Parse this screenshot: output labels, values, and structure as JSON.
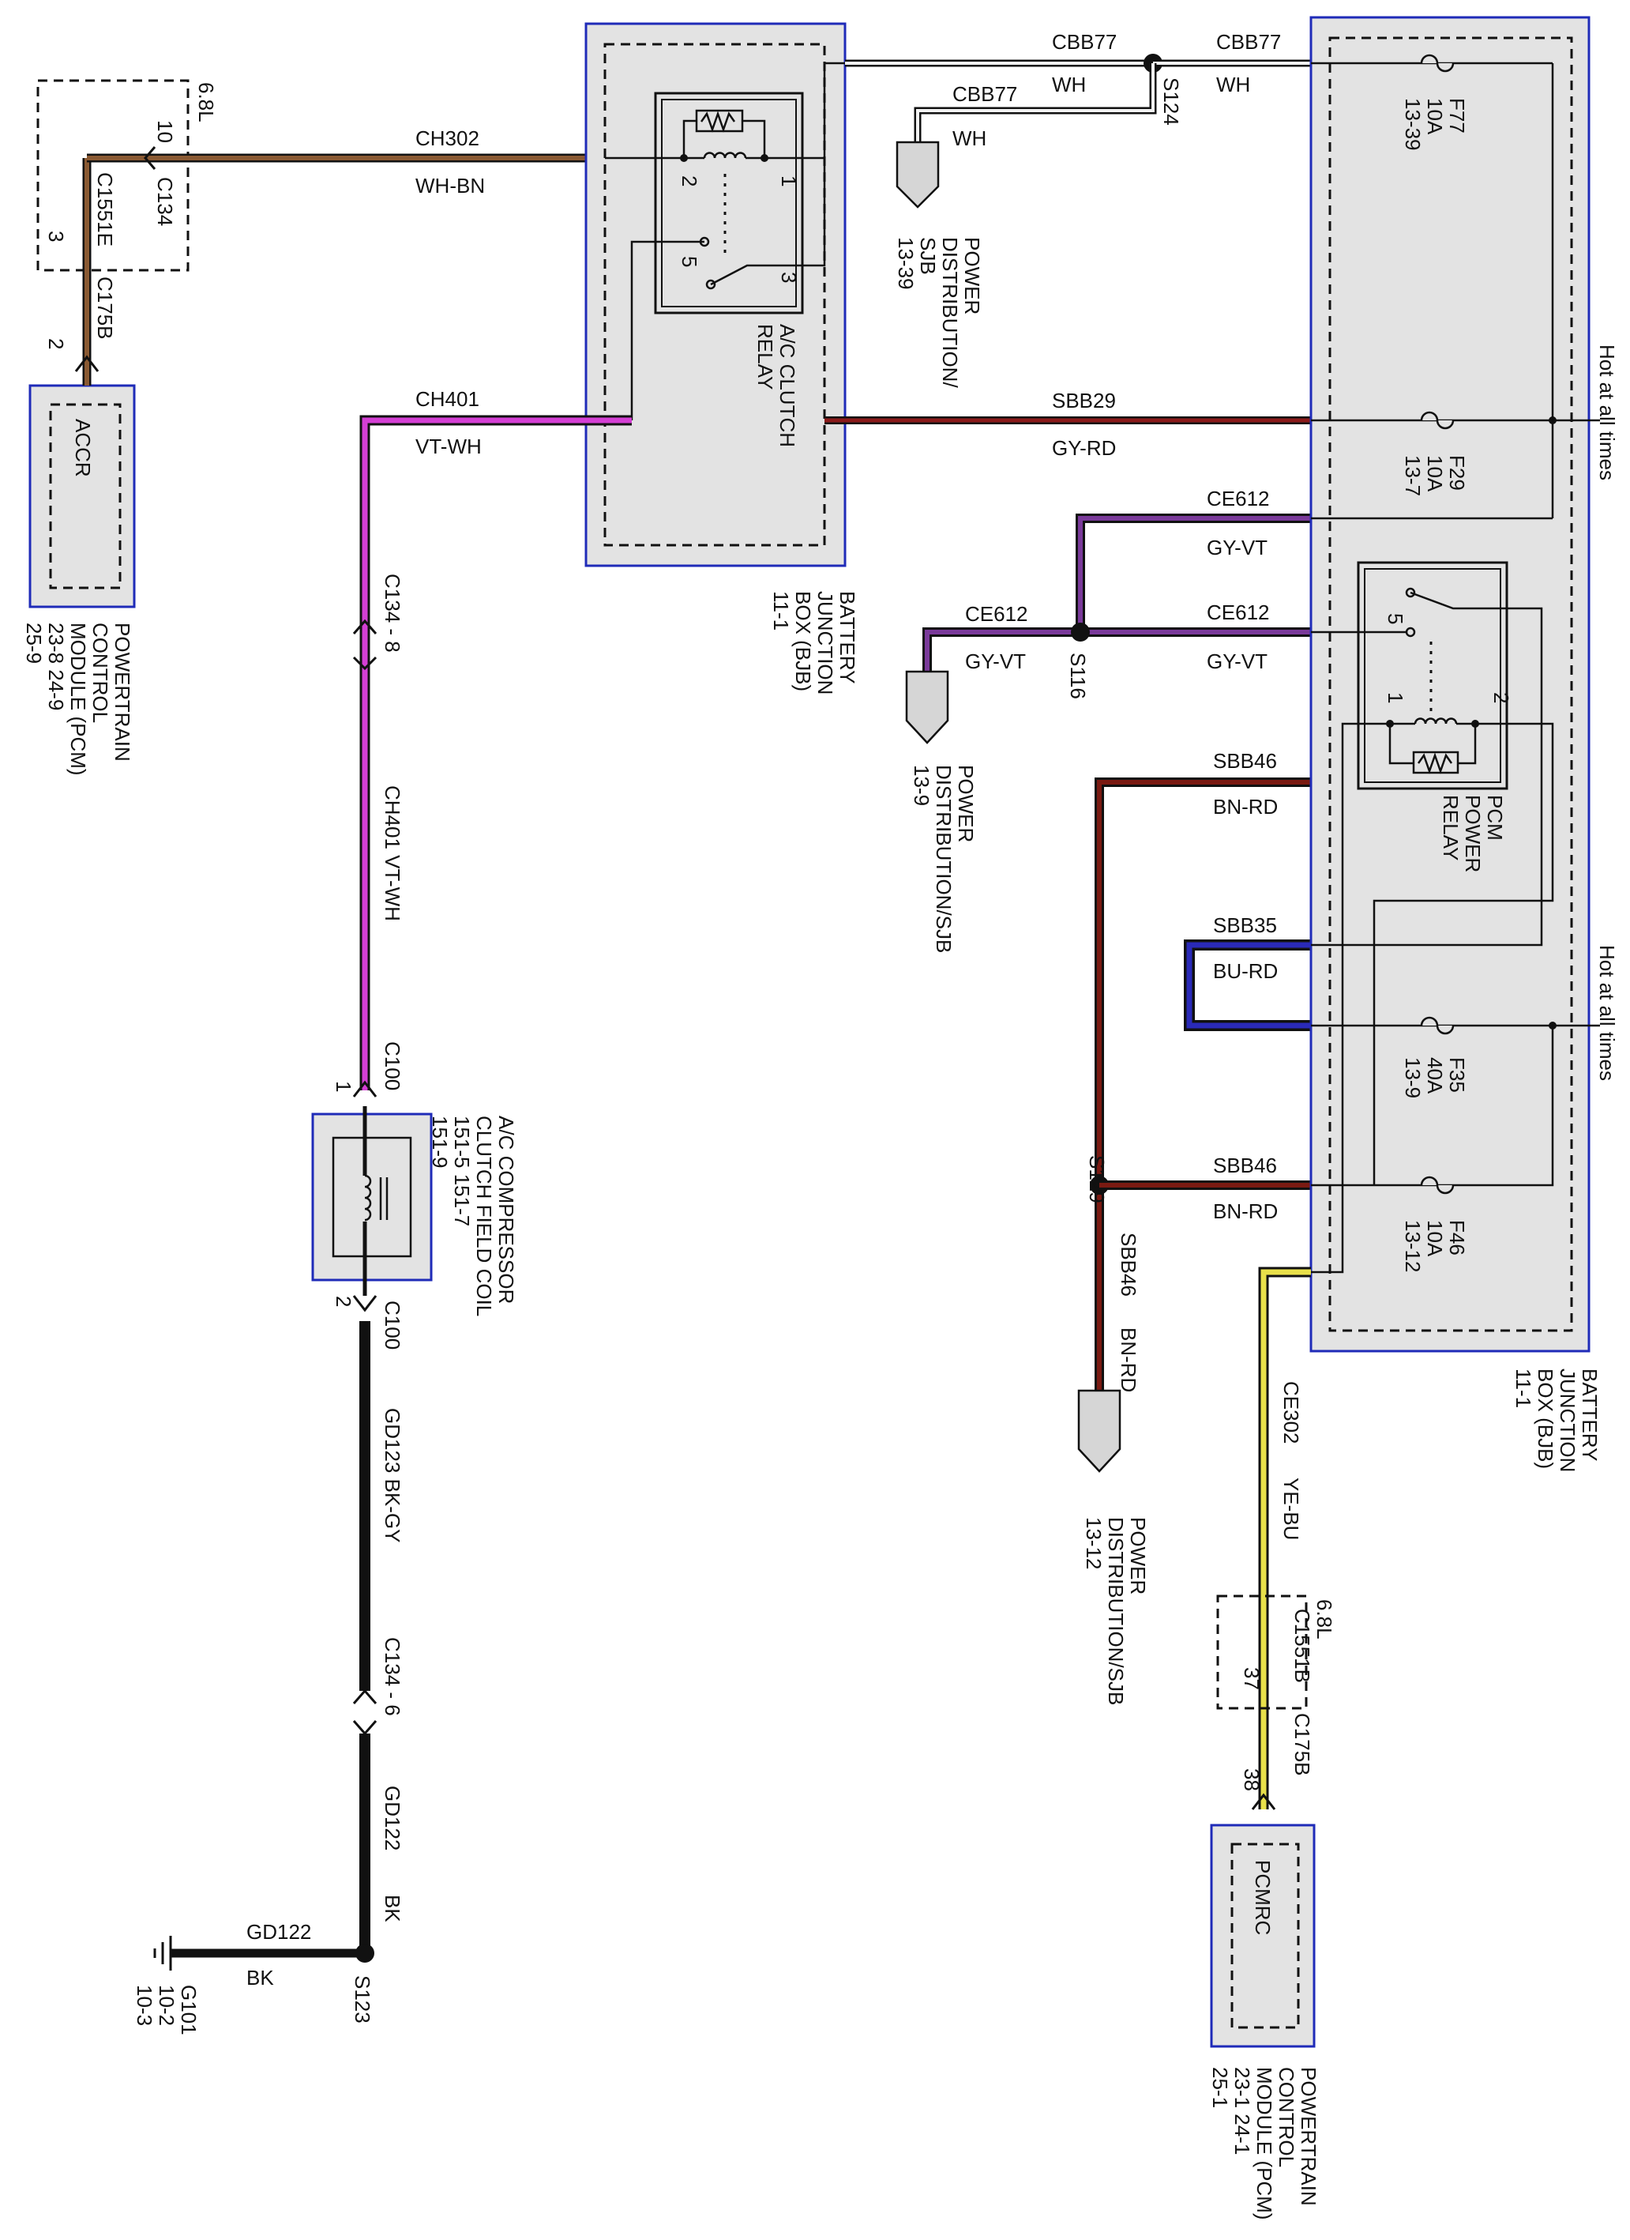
{
  "colors": {
    "box_border": "#1f2bb8",
    "box_fill": "#e3e3e3",
    "wh": "#f2f2f2",
    "wh_bn": "#8a5a33",
    "vt_wh": "#d43fd4",
    "gy_rd": "#8b1a1a",
    "gy_vt": "#7a3a9a",
    "bn_rd": "#7a1a12",
    "bu_rd": "#2a2ab8",
    "ye_bu": "#e8e04a",
    "bk": "#111111"
  },
  "pcm_top": {
    "connector_block_l1": "C1551E",
    "connector_block_l2": "C175B",
    "pin_3": "3",
    "pin_2": "2",
    "pin_10": "10",
    "engine": "6.8L",
    "c134": "C134",
    "module": "ACCR",
    "desc_l1": "POWERTRAIN",
    "desc_l2": "CONTROL",
    "desc_l3": "MODULE (PCM)",
    "desc_l4": "23-8      24-9",
    "desc_l5": "25-9"
  },
  "wires": {
    "ch302_circuit": "CH302",
    "ch302_color": "WH-BN",
    "ch401_circuit": "CH401",
    "ch401_color": "VT-WH",
    "c134_8": "C134  -  8",
    "ch401_vertical": "CH401   VT-WH",
    "c100_top": "C100",
    "c100_bottom": "C100",
    "pin_1": "1",
    "pin_2": "2",
    "gd123": "GD123   BK-GY",
    "c134_6": "C134  -  6",
    "gd122_v": "GD122",
    "gd122_v_color": "BK",
    "gd122_h": "GD122",
    "gd122_h_color": "BK",
    "s123": "S123",
    "g101_l1": "G101",
    "g101_l2": "10-2",
    "g101_l3": "10-3",
    "cbb77_a": "CBB77",
    "cbb77_b": "CBB77",
    "cbb77_c": "CBB77",
    "wh_a": "WH",
    "wh_b": "WH",
    "wh_c": "WH",
    "s124": "S124",
    "sbb29": "SBB29",
    "gy_rd": "GY-RD",
    "ce612_a": "CE612",
    "gy_vt_a": "GY-VT",
    "ce612_b": "CE612",
    "gy_vt_b": "GY-VT",
    "ce612_c": "CE612",
    "gy_vt_c": "GY-VT",
    "s116": "S116",
    "sbb46_a": "SBB46",
    "bn_rd_a": "BN-RD",
    "sbb35": "SBB35",
    "bu_rd": "BU-RD",
    "sbb46_b": "SBB46",
    "bn_rd_b": "BN-RD",
    "s129": "S129",
    "sbb46_v": "SBB46",
    "bn_rd_v": "BN-RD",
    "ce302": "CE302",
    "ye_bu": "YE-BU"
  },
  "ac_clutch_relay": {
    "pin_2": "2",
    "pin_1": "1",
    "pin_5": "5",
    "pin_3": "3",
    "label_l1": "A/C CLUTCH",
    "label_l2": "RELAY"
  },
  "bjb_left": {
    "l1": "BATTERY",
    "l2": "JUNCTION",
    "l3": "BOX (BJB)",
    "l4": "11-1"
  },
  "bjb_right": {
    "l1": "BATTERY",
    "l2": "JUNCTION",
    "l3": "BOX (BJB)",
    "l4": "11-1"
  },
  "power_dist": {
    "a_l1": "POWER",
    "a_l2": "DISTRIBUTION/",
    "a_l3": "SJB",
    "a_l4": "13-39",
    "b_l1": "POWER",
    "b_l2": "DISTRIBUTION/SJB",
    "b_l3": "13-9",
    "c_l1": "POWER",
    "c_l2": "DISTRIBUTION/SJB",
    "c_l3": "13-12"
  },
  "compressor": {
    "l1": "A/C COMPRESSOR",
    "l2": "CLUTCH FIELD COIL",
    "l3": "151-5      151-7",
    "l4": "151-9"
  },
  "fuses": {
    "f77_l1": "F77",
    "f77_l2": "10A",
    "f77_l3": "13-39",
    "f29_l1": "F29",
    "f29_l2": "10A",
    "f29_l3": "13-7",
    "f35_l1": "F35",
    "f35_l2": "40A",
    "f35_l3": "13-9",
    "f46_l1": "F46",
    "f46_l2": "10A",
    "f46_l3": "13-12"
  },
  "hot_label_a": "Hot at all times",
  "hot_label_b": "Hot at all times",
  "pcm_relay": {
    "pin_5": "5",
    "pin_1": "1",
    "pin_2": "2",
    "l1": "PCM",
    "l2": "POWER",
    "l3": "RELAY"
  },
  "pcm_bottom": {
    "engine": "6.8L",
    "c1551b": "C1551B",
    "c175b": "C175B",
    "pin_37": "37",
    "pin_38": "38",
    "module": "PCMRC",
    "desc_l1": "POWERTRAIN",
    "desc_l2": "CONTROL",
    "desc_l3": "MODULE (PCM)",
    "desc_l4": "23-1      24-1",
    "desc_l5": "25-1"
  }
}
